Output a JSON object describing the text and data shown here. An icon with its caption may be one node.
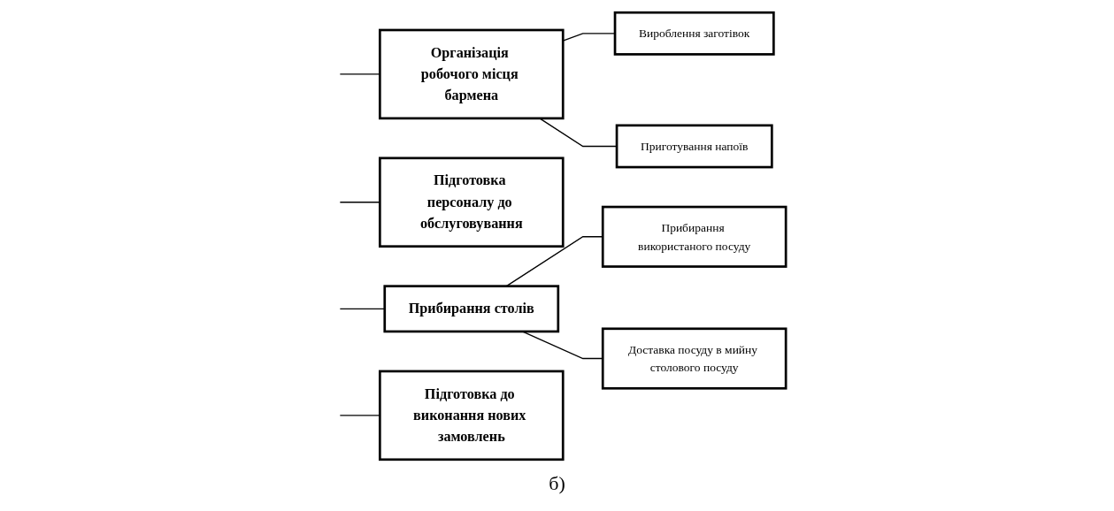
{
  "diagram": {
    "nodes": [
      {
        "text": [
          "Організація робочого місця бармена"
        ]
      },
      {
        "text": [
          "Вироблення заготівок"
        ]
      },
      {
        "text": [
          "Приготування напоїв"
        ]
      },
      {
        "text": [
          "Підготовка персоналу до обслуговування"
        ]
      },
      {
        "text": [
          "Прибирання столів"
        ]
      },
      {
        "text": [
          "Прибирання використаного посуду"
        ]
      },
      {
        "text": [
          "Доставка посуду в мийну столового посуду"
        ]
      },
      {
        "text": [
          "Підготовка до виконання нових замовлень"
        ]
      }
    ],
    "edges": [
      {
        "from": null,
        "to": 0,
        "arrow": "none"
      },
      {
        "from": null,
        "to": 3,
        "arrow": "none"
      },
      {
        "from": 0,
        "to": 1,
        "arrow": "none"
      },
      {
        "from": 0,
        "to": 2,
        "arrow": "none"
      },
      {
        "from": null,
        "to": 4,
        "arrow": "none"
      },
      {
        "from": null,
        "to": 7,
        "arrow": "none"
      },
      {
        "from": 4,
        "to": 5,
        "arrow": "none"
      },
      {
        "from": 4,
        "to": 6,
        "arrow": "none"
      }
    ],
    "labels": [
      "б)"
    ]
  }
}
